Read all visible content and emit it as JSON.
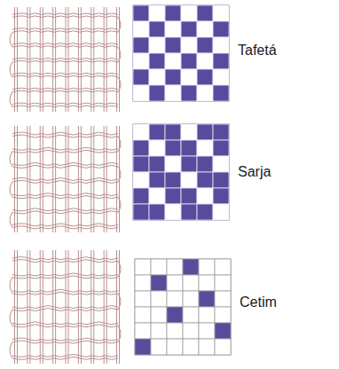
{
  "diagram": {
    "labels": [
      "Tafetá",
      "Sarja",
      "Cetim"
    ]
  }
}
